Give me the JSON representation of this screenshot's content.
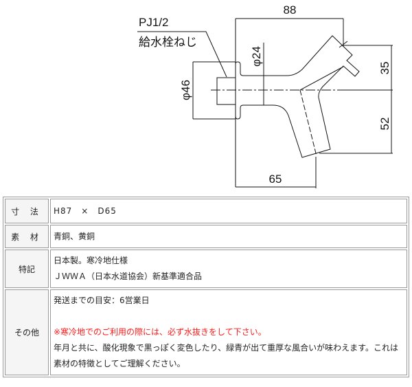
{
  "drawing": {
    "thread_label": "PJ1/2",
    "thread_note": "給水栓ねじ",
    "dim_width_top": "88",
    "dim_width_bottom": "65",
    "dim_dia_large": "φ46",
    "dim_dia_small": "φ24",
    "dim_height_upper": "35",
    "dim_height_lower": "52"
  },
  "specs": [
    {
      "label": "寸 法",
      "lines": [
        "H87　×　D65"
      ]
    },
    {
      "label": "素 材",
      "lines": [
        "青銅、黄銅"
      ]
    },
    {
      "label": "特記",
      "lines": [
        "日本製。寒冷地仕様",
        "ＪＷＷＡ（日本水道協会）新基準適合品"
      ]
    },
    {
      "label": "その他",
      "lines": [
        "発送までの目安：6営業日",
        "",
        "※寒冷地でのご利用の際には、必ず水抜きをして下さい。",
        "年月と共に、酸化現象で黒っぽく変色したり、緑青が出て重厚な風合いが味わえます。これは素材の特徴としてご理解ください。"
      ]
    }
  ],
  "colors": {
    "warning": "#ff1a1a"
  }
}
